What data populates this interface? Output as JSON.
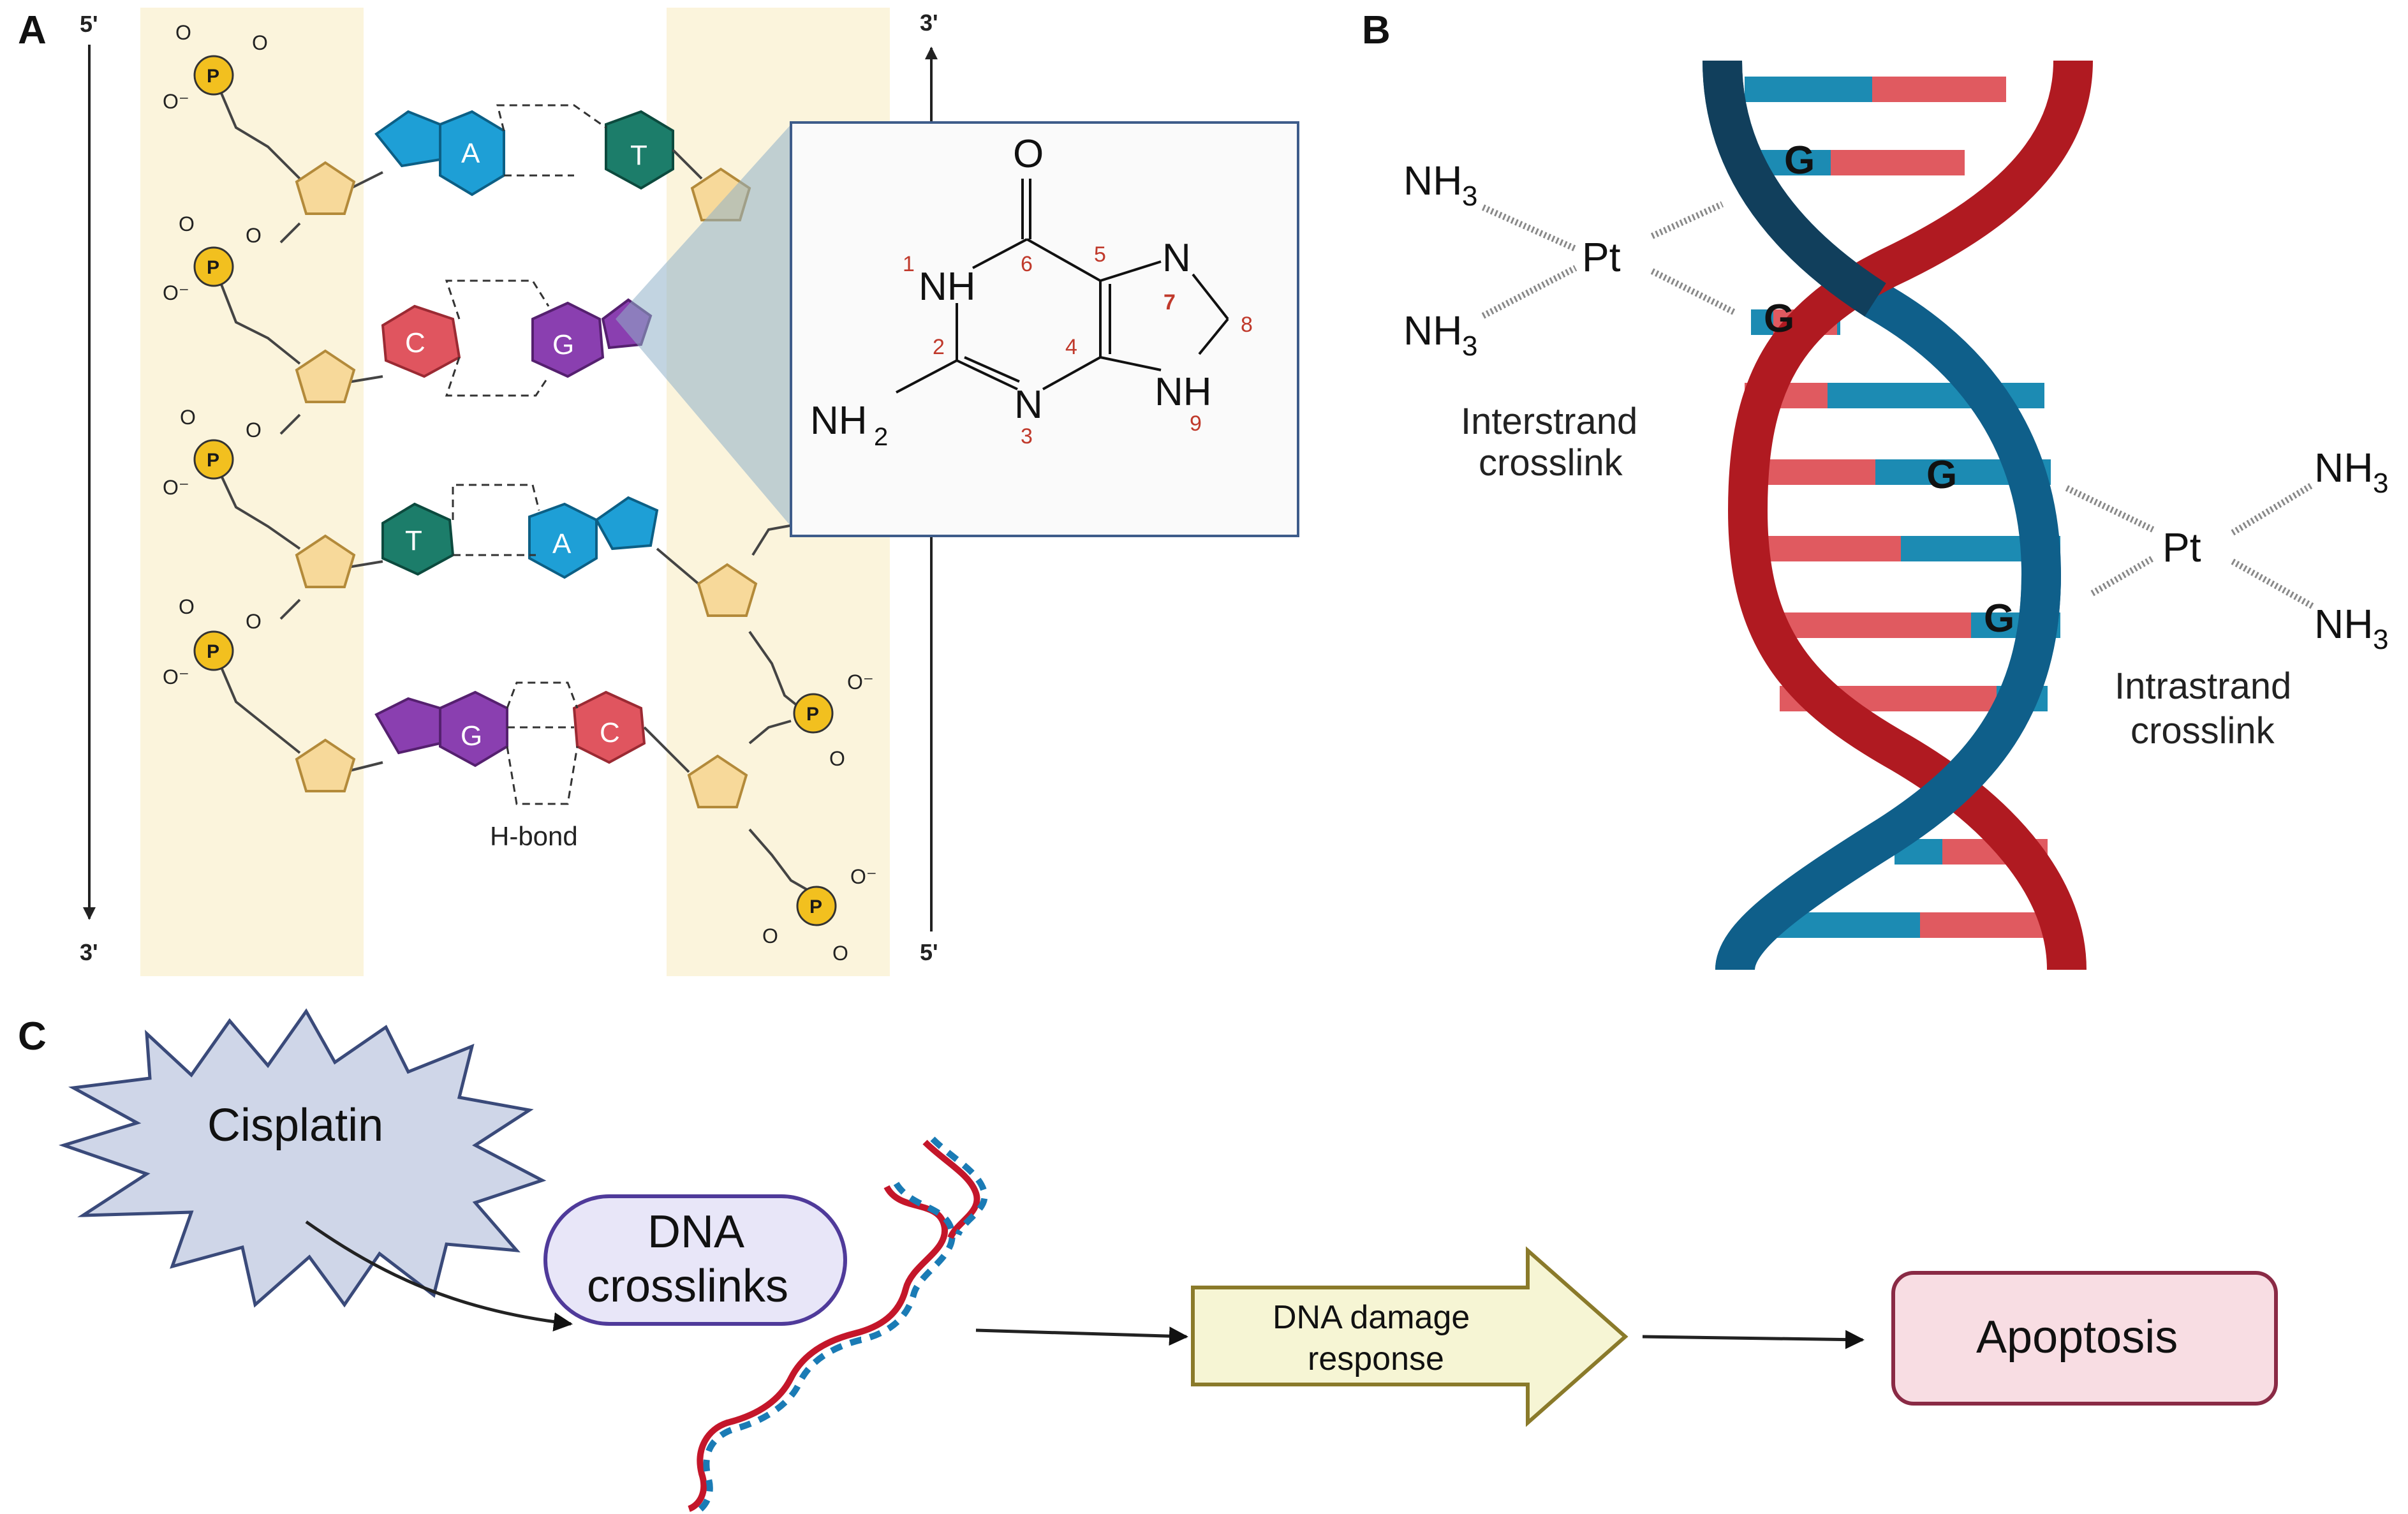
{
  "panels": {
    "a": "A",
    "b": "B",
    "c": "C"
  },
  "panel_a": {
    "left_strand_top": "5'",
    "left_strand_bottom": "3'",
    "right_strand_top": "3'",
    "right_strand_bottom": "5'",
    "phosphate": "P",
    "oxygen": "O",
    "oxygen_minus": "O⁻",
    "base_pairs": [
      {
        "left": "A",
        "right": "T"
      },
      {
        "left": "C",
        "right": "G"
      },
      {
        "left": "T",
        "right": "A"
      },
      {
        "left": "G",
        "right": "C"
      }
    ],
    "hbond_label": "H-bond",
    "colors": {
      "A": "#1e9fd6",
      "T": "#1c7d6a",
      "C": "#e0555f",
      "G": "#8a3fb0",
      "sugar": "#f7d99a",
      "phosphate": "#f2c01f",
      "backbone_bg": "#fbf4dc"
    }
  },
  "guanine": {
    "atoms": {
      "O": "O",
      "NH1": "NH",
      "N7": "N",
      "NH9": "NH",
      "N3": "N",
      "NH2": "NH",
      "NH2_sub": "2"
    },
    "numbers": [
      "1",
      "2",
      "3",
      "4",
      "5",
      "6",
      "7",
      "8",
      "9"
    ]
  },
  "panel_b": {
    "nh3": "NH",
    "nh3_sub": "3",
    "pt": "Pt",
    "g": "G",
    "interstrand": [
      "Interstrand",
      "crosslink"
    ],
    "intrastrand": [
      "Intrastrand",
      "crosslink"
    ],
    "colors": {
      "red_strand": "#b01a21",
      "blue_strand": "#0f5f8a",
      "rung_red": "#e05a60",
      "rung_blue": "#1c8bb3"
    }
  },
  "panel_c": {
    "cisplatin": "Cisplatin",
    "crosslinks": [
      "DNA",
      "crosslinks"
    ],
    "damage": [
      "DNA damage",
      "response"
    ],
    "apoptosis": "Apoptosis"
  }
}
